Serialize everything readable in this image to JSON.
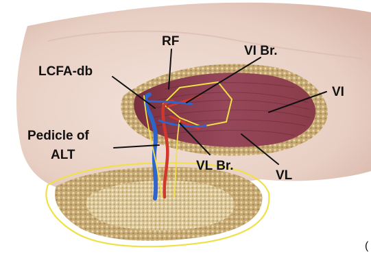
{
  "labels": {
    "rf": "RF",
    "vi_br": "VI Br.",
    "lcfa_db": "LCFA-db",
    "vi": "VI",
    "pedicle_line1": "Pedicle of",
    "pedicle_line2": "ALT",
    "vl_br": "VL Br.",
    "vl": "VL",
    "edge_mark": "("
  },
  "colors": {
    "skin": "#ecd6cd",
    "fat": "#c2a671",
    "muscle": "#8d3d4a",
    "muscle_dark": "#6f2b38",
    "flap_inner": "#efe3c8",
    "outline_yellow": "#f0e04a",
    "artery": "#d2372b",
    "vein": "#2f64c8",
    "label": "#111111"
  }
}
